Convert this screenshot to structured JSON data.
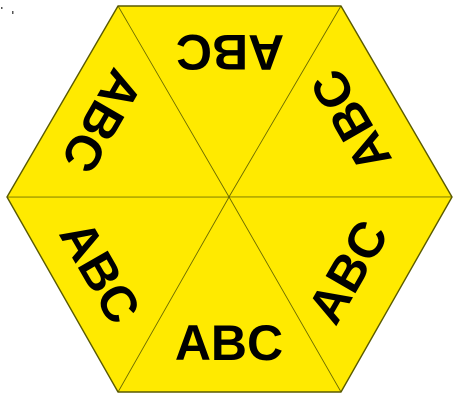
{
  "figure": {
    "fill_color": "#ffea00",
    "text_color": "#000000",
    "segments": [
      {
        "label": "ABC",
        "orientation": "upside-down"
      },
      {
        "label": "ABC",
        "orientation": "rotated"
      },
      {
        "label": "ABC",
        "orientation": "rotated"
      },
      {
        "label": "ABC",
        "orientation": "upright"
      },
      {
        "label": "ABC",
        "orientation": "rotated"
      },
      {
        "label": "ABC",
        "orientation": "rotated"
      }
    ]
  }
}
